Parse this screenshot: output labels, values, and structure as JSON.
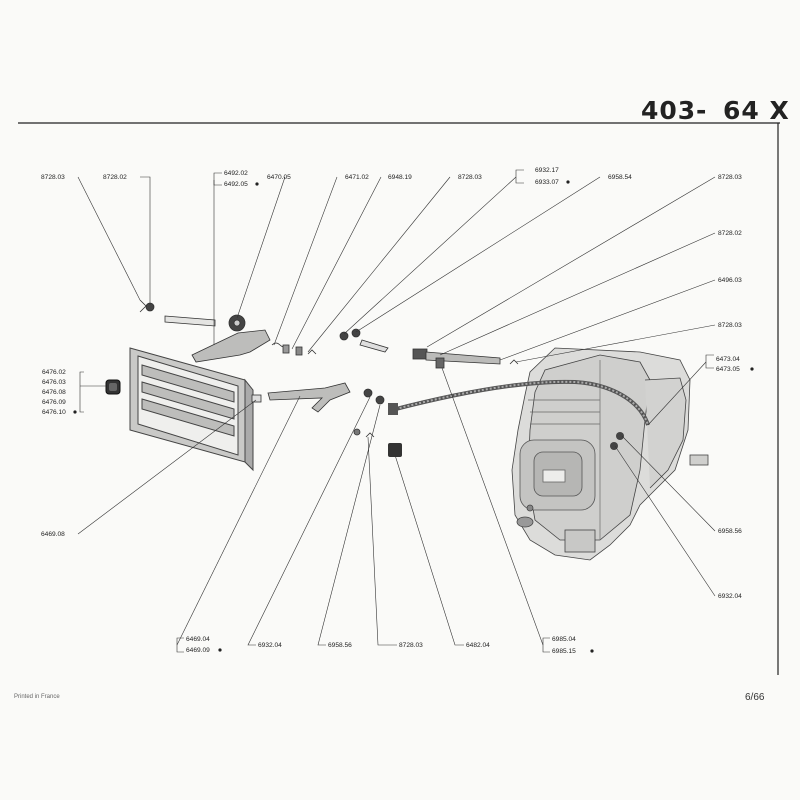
{
  "header": {
    "model": "403",
    "dash": "-",
    "variant": "64 X"
  },
  "footer": {
    "printed": "Printed in France",
    "page": "6/66"
  },
  "parts": {
    "p8728_03_a": "8728.03",
    "p8728_02_a": "8728.02",
    "p6492_02": "6492.02",
    "p6492_05": "6492.05",
    "p6470_05": "6470.05",
    "p6471_02": "6471.02",
    "p6948_19": "6948.19",
    "p8728_03_b": "8728.03",
    "p6932_17": "6932.17",
    "p6933_07": "6933.07",
    "p6958_54": "6958.54",
    "p8728_03_c": "8728.03",
    "p8728_02_b": "8728.02",
    "p6496_03": "6496.03",
    "p8728_03_d": "8728.03",
    "p6473_04": "6473.04",
    "p6473_05": "6473.05",
    "p6476_02": "6476.02",
    "p6476_03": "6476.03",
    "p6476_08": "6476.08",
    "p6476_09": "6476.09",
    "p6476_10": "6476.10",
    "p6469_08": "6469.08",
    "p6958_56_a": "6958.56",
    "p6932_04_a": "6932.04",
    "p6469_04": "6469.04",
    "p6469_09": "6469.09",
    "p6932_04_b": "6932.04",
    "p6958_56_b": "6958.56",
    "p8728_03_e": "8728.03",
    "p6482_04": "6482.04",
    "p6985_04": "6985.04",
    "p6985_15": "6985.15"
  }
}
